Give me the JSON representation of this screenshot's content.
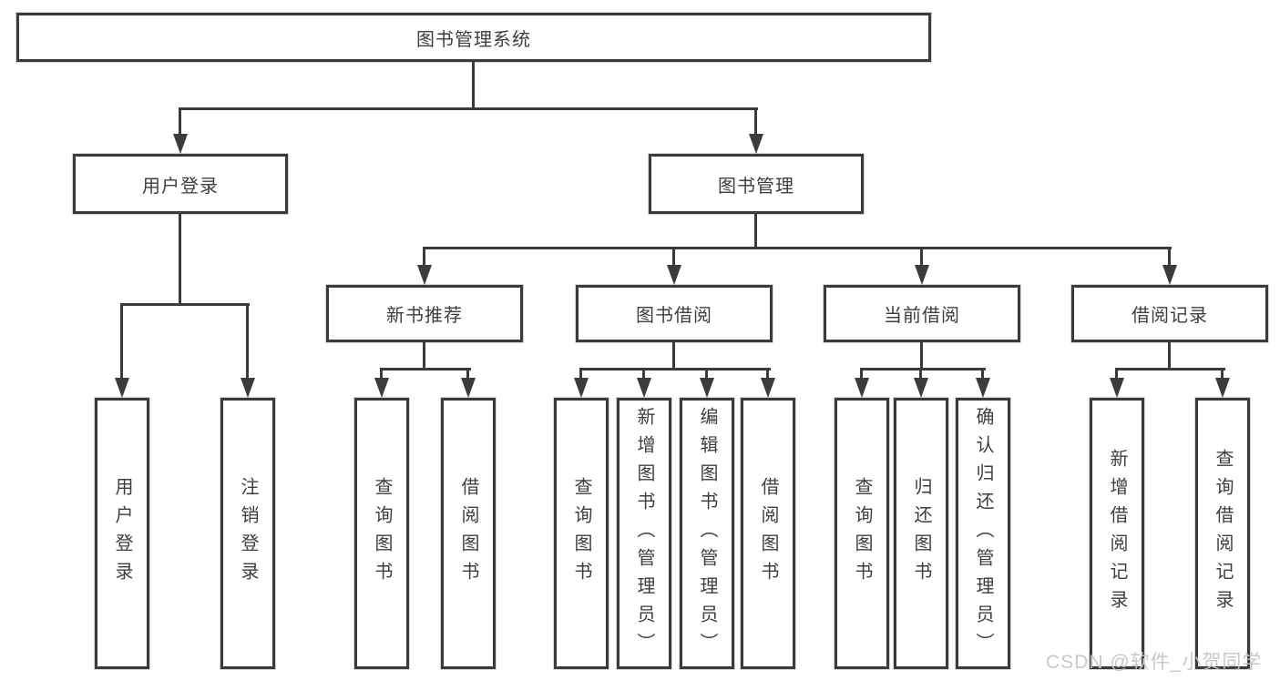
{
  "diagram": {
    "root": {
      "label": "图书管理系统"
    },
    "nodes": {
      "user_login": {
        "label": "用户登录",
        "children": [
          {
            "label": "用户登录"
          },
          {
            "label": "注销登录"
          }
        ]
      },
      "book_mgmt": {
        "label": "图书管理"
      },
      "new_books": {
        "label": "新书推荐",
        "children": [
          {
            "label": "查询图书"
          },
          {
            "label": "借阅图书"
          }
        ]
      },
      "book_borrow": {
        "label": "图书借阅",
        "children": [
          {
            "label": "查询图书"
          },
          {
            "label": "新增图书（管理员）"
          },
          {
            "label": "编辑图书（管理员）"
          },
          {
            "label": "借阅图书"
          }
        ]
      },
      "current_borrow": {
        "label": "当前借阅",
        "children": [
          {
            "label": "查询图书"
          },
          {
            "label": "归还图书"
          },
          {
            "label": "确认归还（管理员）"
          }
        ]
      },
      "borrow_records": {
        "label": "借阅记录",
        "children": [
          {
            "label": "新增借阅记录"
          },
          {
            "label": "查询借阅记录"
          }
        ]
      }
    }
  },
  "watermark": {
    "text": "CSDN @软件_小贺同学"
  },
  "colors": {
    "line": "#3b3b3b",
    "text": "#3e3e3e",
    "watermark": "#c5c5c5",
    "background": "#ffffff"
  }
}
